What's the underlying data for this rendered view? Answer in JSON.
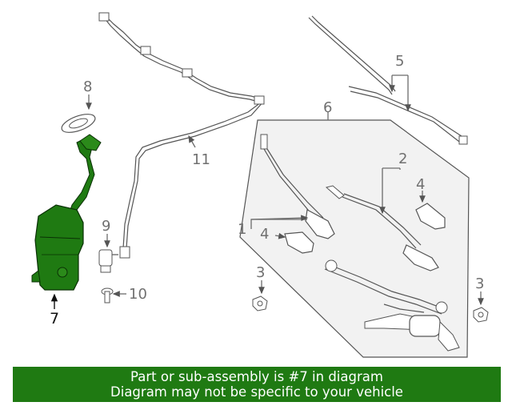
{
  "callouts": {
    "c1": "1",
    "c2": "2",
    "c3a": "3",
    "c3b": "3",
    "c4a": "4",
    "c4b": "4",
    "c5": "5",
    "c6": "6",
    "c7": "7",
    "c8": "8",
    "c9": "9",
    "c10": "10",
    "c11": "11"
  },
  "highlight_color": "#1f7a12",
  "banner": {
    "line1": "Part or sub-assembly is #7 in diagram",
    "line2": "Diagram may not be specific to your vehicle"
  }
}
